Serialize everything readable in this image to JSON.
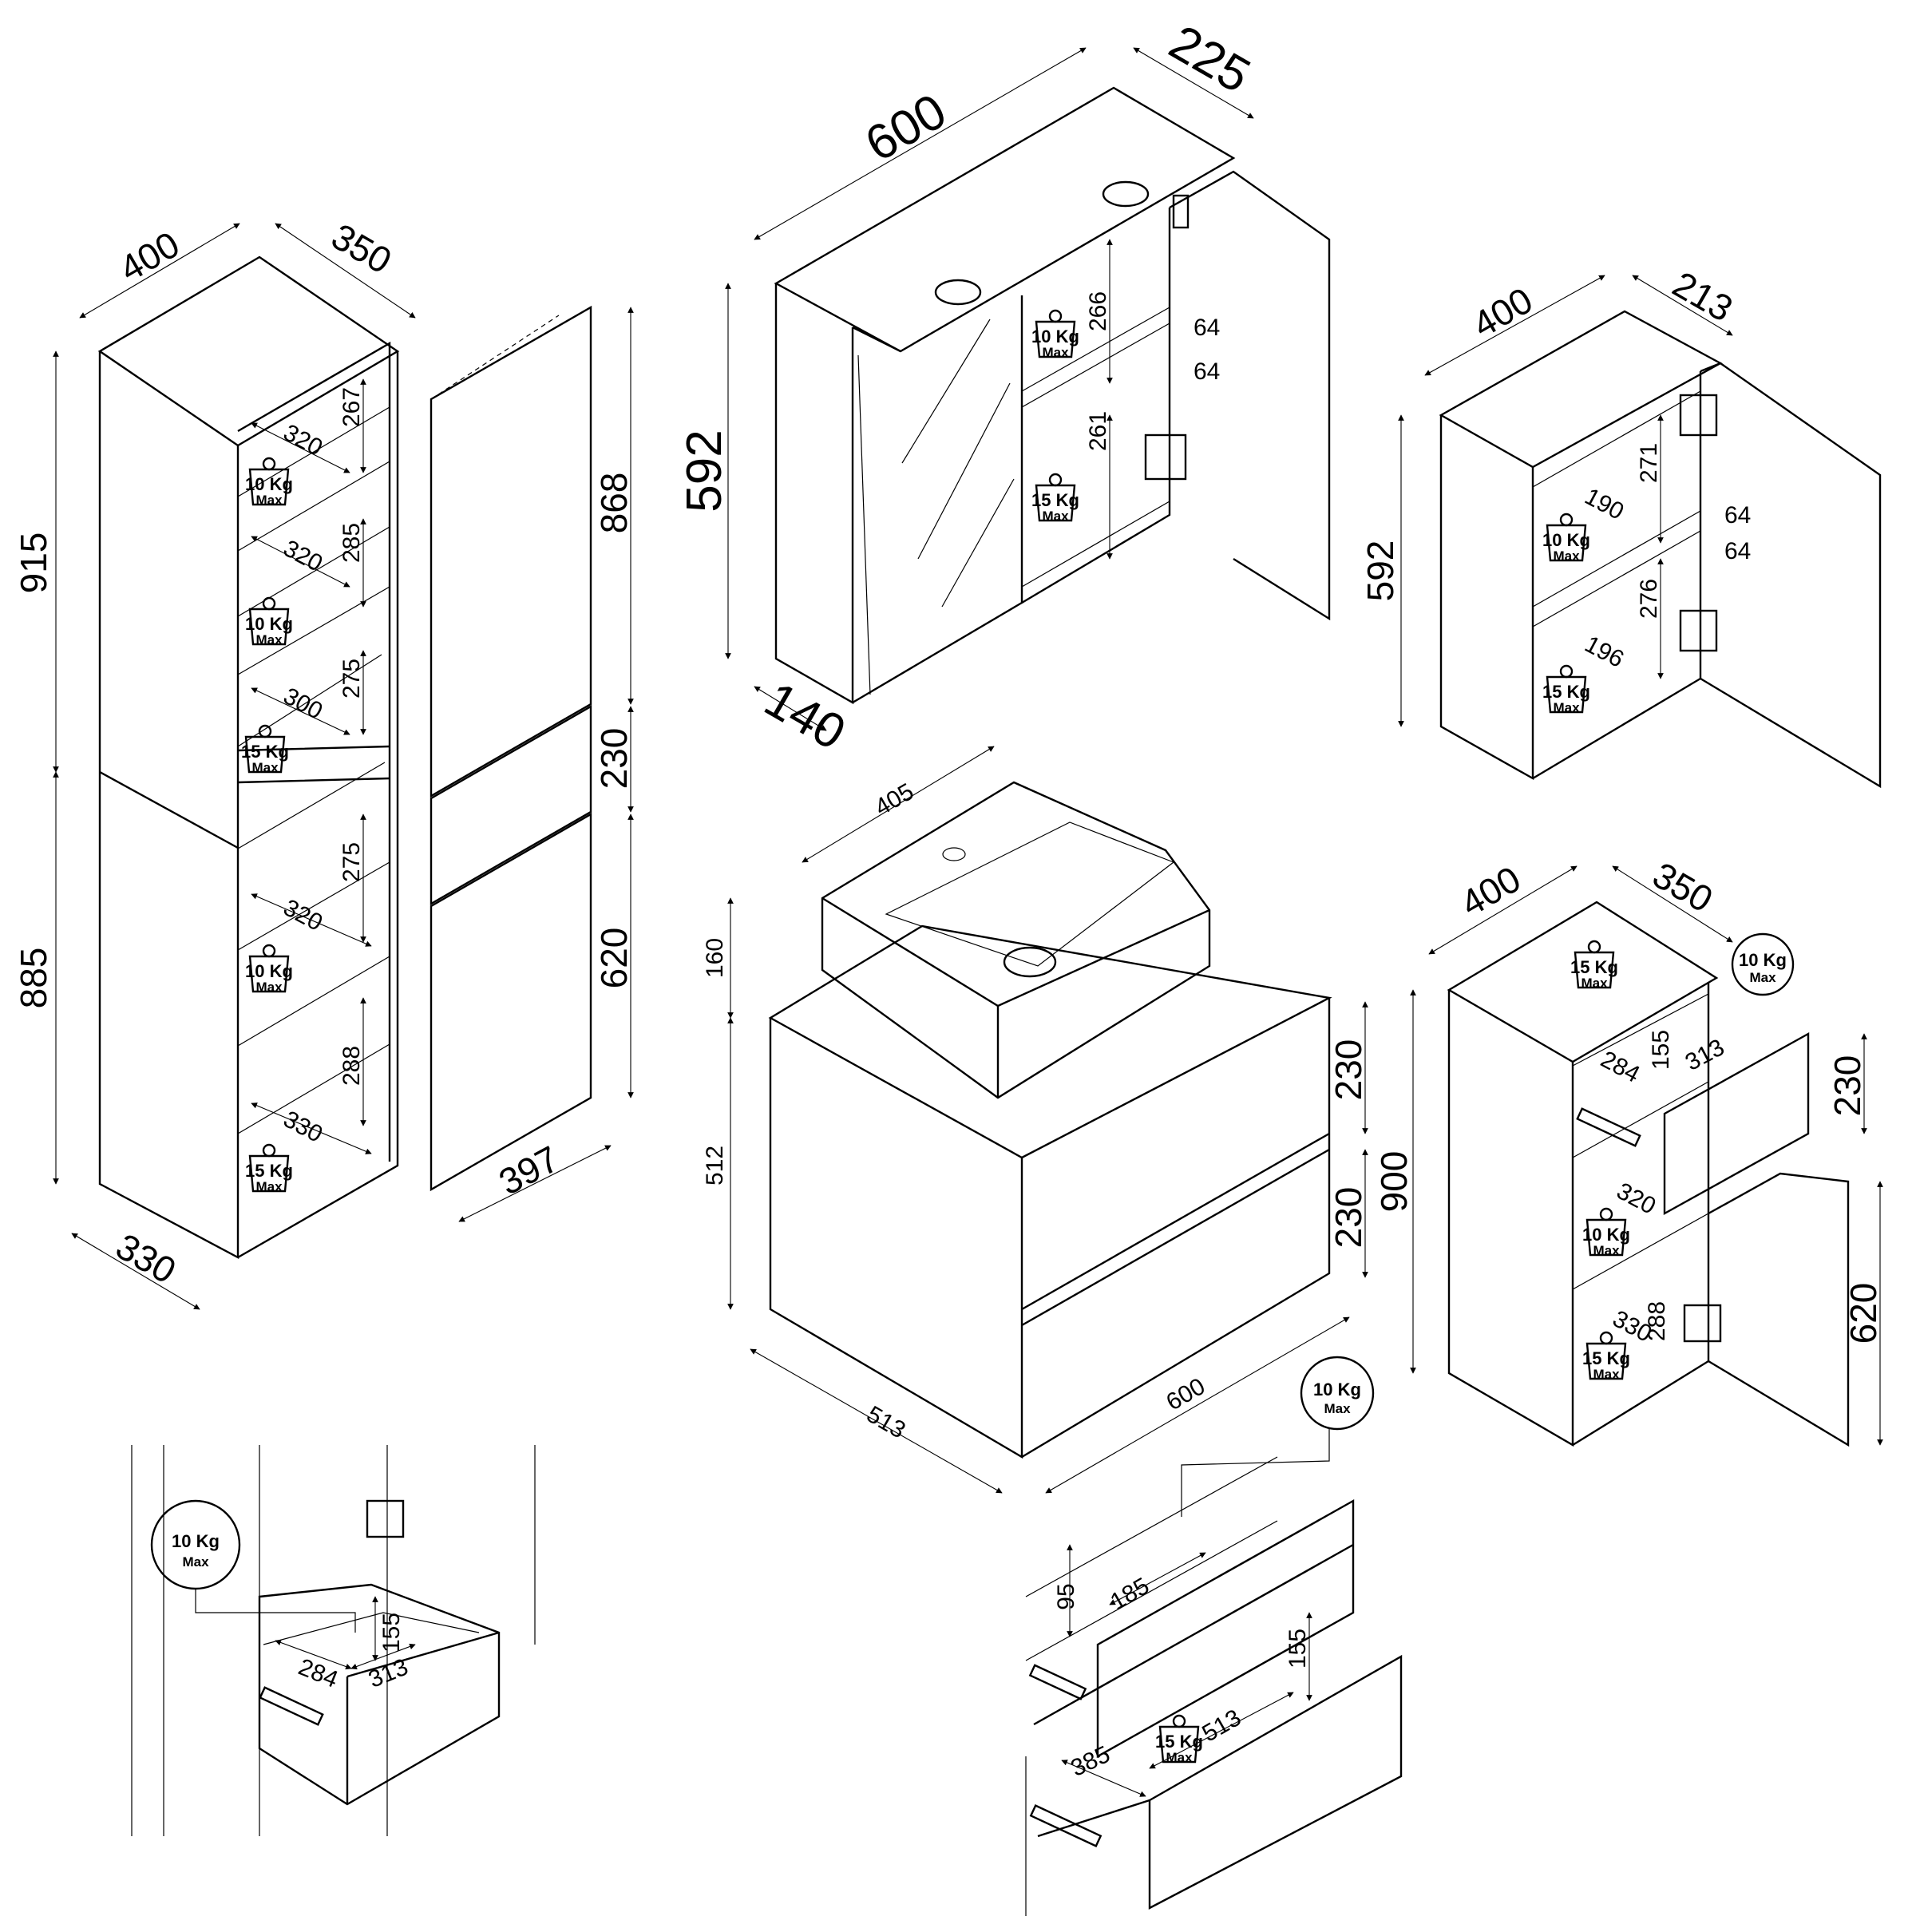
{
  "dims": {
    "tall_width": "400",
    "tall_depth": "350",
    "tall_upper_h": "915",
    "tall_lower_h": "885",
    "tall_bottom_depth": "330",
    "tall_sh1_h": "267",
    "tall_sh1_w": "320",
    "tall_sh2_h": "285",
    "tall_sh2_w": "320",
    "tall_sh3_h": "275",
    "tall_sh3_w": "300",
    "tall_sh4_h": "275",
    "tall_sh4_w": "320",
    "tall_sh5_h": "288",
    "tall_sh5_w": "330",
    "front_upper": "868",
    "front_mid": "230",
    "front_lower": "620",
    "front_width": "397",
    "mirror_width": "600",
    "mirror_depth": "225",
    "mirror_height": "592",
    "mirror_side_depth": "140",
    "mirror_sh1_h": "266",
    "mirror_sh2_h": "261",
    "mirror_hinge1": "64",
    "mirror_hinge2": "64",
    "wall_width": "400",
    "wall_depth": "213",
    "wall_height": "592",
    "wall_sh1_h": "271",
    "wall_sh1_w": "190",
    "wall_sh2_h": "276",
    "wall_sh2_w": "196",
    "wall_hinge1": "64",
    "wall_hinge2": "64",
    "basin_width": "405",
    "basin_height": "160",
    "vanity_height": "512",
    "vanity_depth": "513",
    "vanity_width": "600",
    "vanity_drawer1": "230",
    "vanity_drawer2": "230",
    "side_width": "400",
    "side_depth": "350",
    "side_height": "900",
    "side_drawer_h": "230",
    "side_door_h": "620",
    "side_drawer_depth": "155",
    "side_drawer_w1": "313",
    "side_drawer_w2": "284",
    "side_sh_w": "320",
    "side_sh2_w": "330",
    "side_sh2_h": "288",
    "detail_drawer_h": "155",
    "detail_drawer_w1": "284",
    "detail_drawer_w2": "313",
    "vd_upper_h": "95",
    "vd_upper_w": "185",
    "vd_lower_h": "155",
    "vd_lower_w": "513",
    "vd_lower_d": "385"
  },
  "loads": {
    "kg10": "10 Kg",
    "kg15": "15 Kg",
    "max": "Max"
  }
}
